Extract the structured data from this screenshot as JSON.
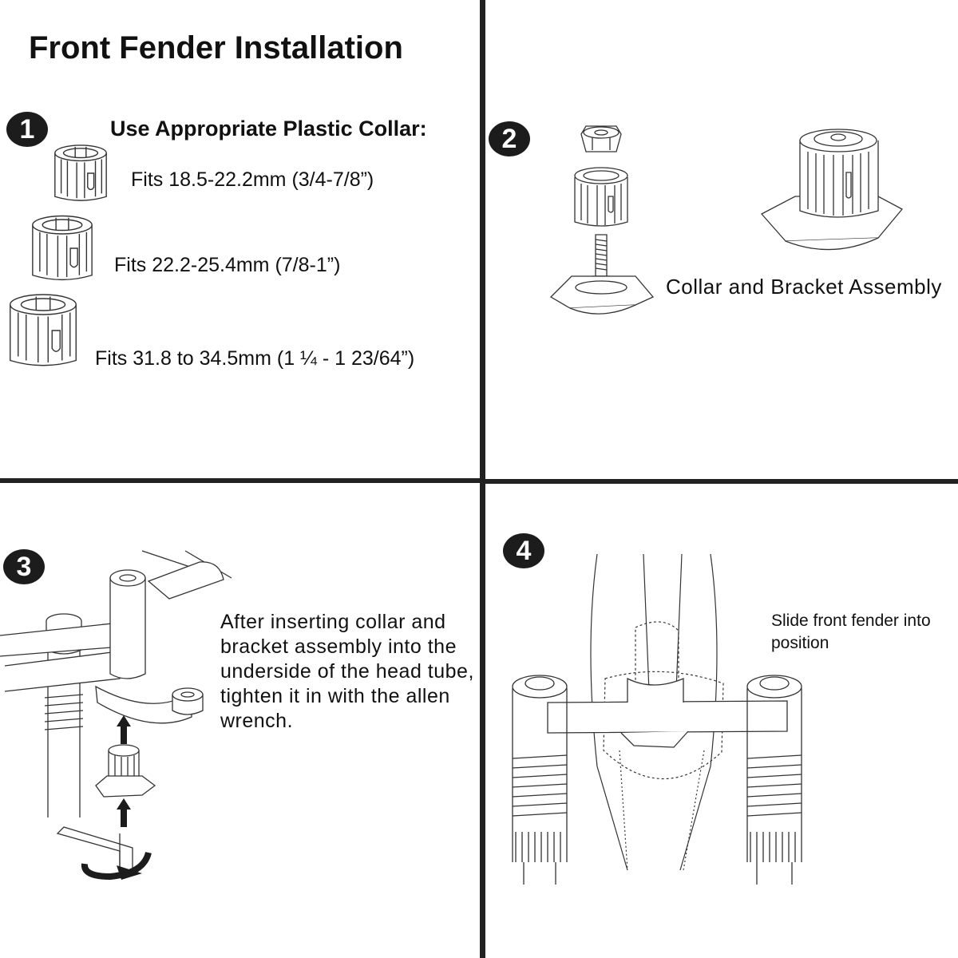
{
  "title": "Front Fender Installation",
  "steps": {
    "s1": {
      "number": "1",
      "heading": "Use Appropriate Plastic Collar:",
      "collars": [
        {
          "icon": "small-collar-icon",
          "caption": "Fits 18.5-22.2mm (3/4-7/8”)"
        },
        {
          "icon": "medium-collar-icon",
          "caption": "Fits 22.2-25.4mm (7/8-1”)"
        },
        {
          "icon": "large-collar-icon",
          "caption": "Fits 31.8 to 34.5mm (1 ¼ - 1 23/64”)"
        }
      ]
    },
    "s2": {
      "number": "2",
      "caption": "Collar and Bracket Assembly"
    },
    "s3": {
      "number": "3",
      "text": "After inserting collar and bracket assembly into the underside of the head tube, tighten it in with the allen wrench."
    },
    "s4": {
      "number": "4",
      "text": "Slide front fender into position"
    }
  }
}
